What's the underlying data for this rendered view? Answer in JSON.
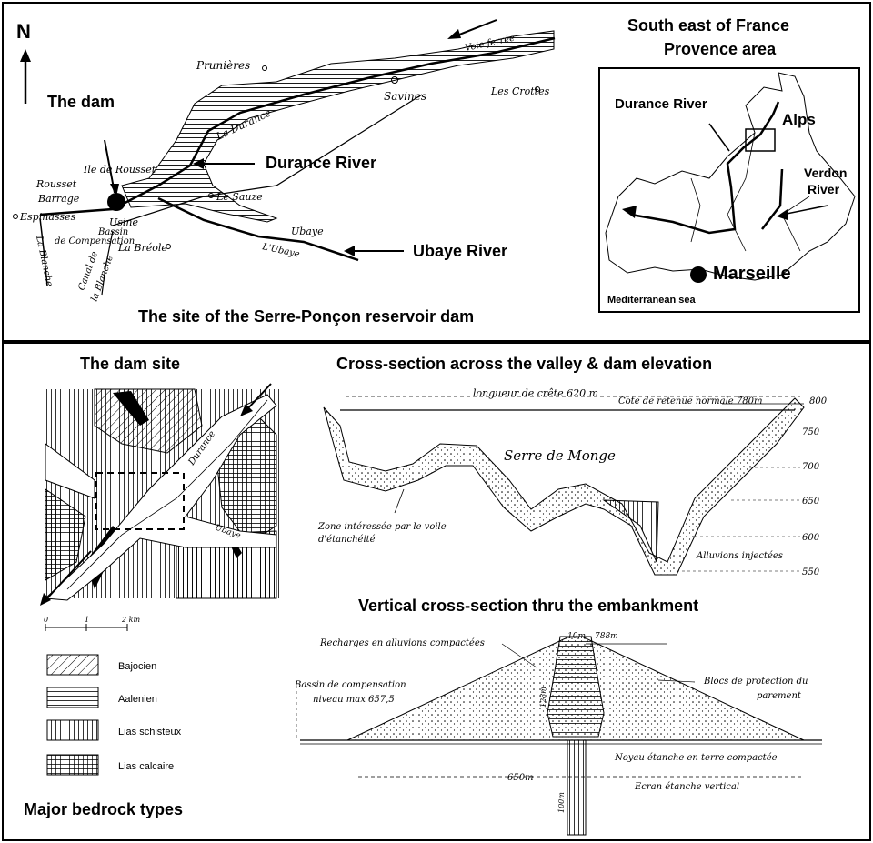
{
  "top_panel": {
    "north": "N",
    "dam_label": "The dam",
    "durance_label": "Durance River",
    "ubaye_label": "Ubaye River",
    "caption": "The site of the Serre-Ponçon reservoir dam",
    "map_labels": {
      "prunieres": "Prunières",
      "savines": "Savines",
      "les_crottes": "Les Crottes",
      "voie_ferree": "Voie ferrée",
      "la_durance": "La Durance",
      "ile_rousset": "Ile de Rousset",
      "le_sauze": "Le Sauze",
      "rousset": "Rousset",
      "barrage": "Barrage",
      "espinasses": "Espinasses",
      "usine": "Usine",
      "bassin": "Bassin",
      "de_compensation": "de Compensation",
      "la_breole": "La Bréole",
      "ubaye": "Ubaye",
      "l_ubaye": "L'Ubaye",
      "la_blanche": "La Blanche",
      "canal_de": "Canal de",
      "la_blanche2": "la Blanche"
    },
    "inset": {
      "title_line1": "South east of France",
      "title_line2": "Provence area",
      "durance_river": "Durance River",
      "alps": "Alps",
      "verdon_line1": "Verdon",
      "verdon_line2": "River",
      "marseille": "Marseille",
      "sea": "Mediterranean sea"
    }
  },
  "bottom_panel": {
    "dam_site_title": "The dam site",
    "dam_site_labels": {
      "durance": "Durance",
      "ubaye": "Ubaye",
      "scale_0": "0",
      "scale_1": "1",
      "scale_2": "2 km"
    },
    "legend_title": "Major bedrock types",
    "legend": [
      "Bajocien",
      "Aalenien",
      "Lias schisteux",
      "Lias calcaire"
    ],
    "cross_section": {
      "title": "Cross-section across the valley & dam elevation",
      "longueur": "longueur de crête 620 m",
      "cote": "Cote de retenue normale 780m",
      "serre": "Serre de Monge",
      "zone_line1": "Zone intéressée par le voile",
      "zone_line2": "d'étanchéité",
      "alluvions": "Alluvions injectées",
      "elevations": [
        "800",
        "750",
        "700",
        "650",
        "600",
        "550"
      ]
    },
    "embankment": {
      "title": "Vertical cross-section thru the embankment",
      "crest_width": "10m",
      "crest_elev": "788m",
      "recharges": "Recharges en alluvions compactées",
      "bassin_line1": "Bassin de compensation",
      "bassin_line2": "niveau max 657,5",
      "blocs_line1": "Blocs de protection du",
      "blocs_line2": "parement",
      "noyau": "Noyau étanche en terre compactée",
      "ecran": "Ecran étanche vertical",
      "base_width": "650m",
      "height": "128m",
      "depth": "100m"
    }
  }
}
